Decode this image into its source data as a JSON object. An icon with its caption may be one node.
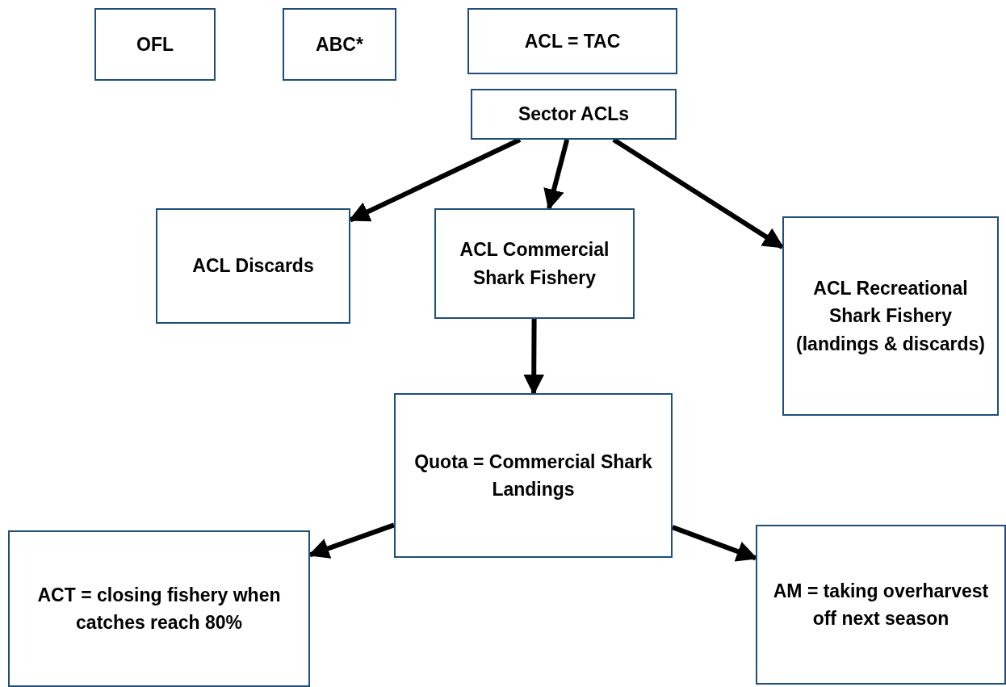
{
  "diagram": {
    "nodes": [
      {
        "text": [
          "OFL"
        ]
      },
      {
        "text": [
          "ABC*"
        ]
      },
      {
        "text": [
          "ACL = TAC"
        ]
      },
      {
        "text": [
          "Sector ACLs"
        ]
      },
      {
        "text": [
          "ACL Discards"
        ]
      },
      {
        "text": [
          "ACL Commercial Shark Fishery"
        ]
      },
      {
        "text": [
          "ACL Recreational Shark Fishery (landings & discards)"
        ]
      },
      {
        "text": [
          "Quota = Commercial Shark Landings"
        ]
      },
      {
        "text": [
          "ACT = closing fishery when catches reach 80%"
        ]
      },
      {
        "text": [
          "AM = taking overharvest off next season"
        ]
      }
    ],
    "edges": [
      {
        "from": 3,
        "to": 4,
        "arrow": "to"
      },
      {
        "from": 3,
        "to": 5,
        "arrow": "to"
      },
      {
        "from": 3,
        "to": 6,
        "arrow": "to"
      },
      {
        "from": 5,
        "to": 7,
        "arrow": "to"
      },
      {
        "from": 7,
        "to": 8,
        "arrow": "to"
      },
      {
        "from": 7,
        "to": 9,
        "arrow": "to"
      }
    ]
  }
}
